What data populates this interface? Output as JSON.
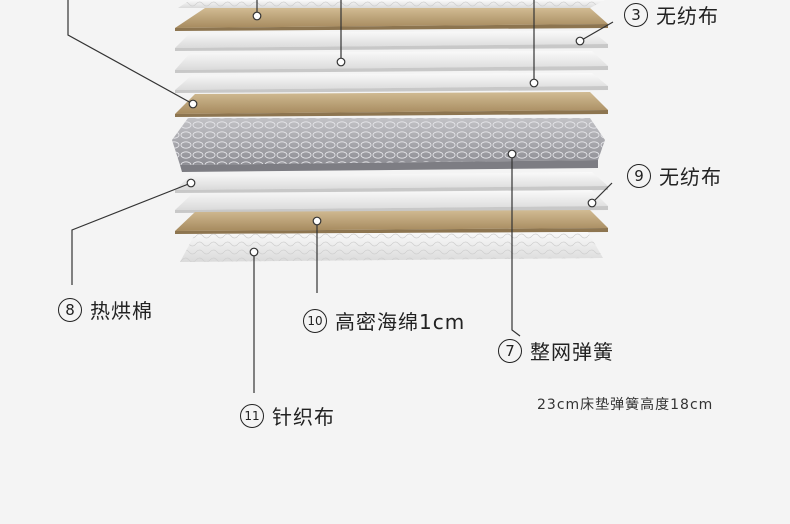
{
  "labels": {
    "l3": {
      "num": "3",
      "text": "无纺布"
    },
    "l9": {
      "num": "9",
      "text": "无纺布"
    },
    "l8": {
      "num": "8",
      "text": "热烘棉"
    },
    "l10": {
      "num": "10",
      "text": "高密海绵1cm"
    },
    "l7": {
      "num": "7",
      "text": "整网弹簧"
    },
    "l11": {
      "num": "11",
      "text": "针织布"
    }
  },
  "note": "23cm床垫弹簧高度18cm",
  "colors": {
    "background": "#f4f4f4",
    "felt": "#b69a6f",
    "fabric": "#ececec",
    "spring": "#a9a9ad",
    "line": "#333333"
  }
}
